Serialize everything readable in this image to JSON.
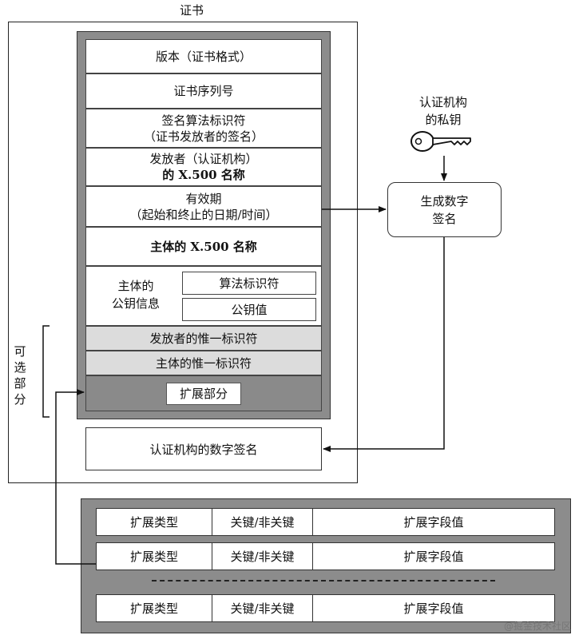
{
  "certificate": {
    "title": "证书",
    "fields": {
      "version": "版本（证书格式）",
      "serial": "证书序列号",
      "sig_alg_1": "签名算法标识符",
      "sig_alg_2": "（证书发放者的签名）",
      "issuer_1": "发放者（认证机构）",
      "issuer_2": "的 X.500 名称",
      "validity_1": "有效期",
      "validity_2": "（起始和终止的日期/时间）",
      "subject_name": "主体的 X.500 名称",
      "pk_info_1": "主体的",
      "pk_info_2": "公钥信息",
      "pk_alg": "算法标识符",
      "pk_value": "公钥值",
      "issuer_uid": "发放者的惟一标识符",
      "subject_uid": "主体的惟一标识符",
      "extensions": "扩展部分"
    },
    "signature": "认证机构的数字签名",
    "optional_label": [
      "可",
      "选",
      "部",
      "分"
    ]
  },
  "ca_key": {
    "line1": "认证机构",
    "line2": "的私钥"
  },
  "sign_box": {
    "line1": "生成数字",
    "line2": "签名"
  },
  "extensions_table": {
    "rows": [
      [
        "扩展类型",
        "关键/非关键",
        "扩展字段值"
      ],
      [
        "扩展类型",
        "关键/非关键",
        "扩展字段值"
      ],
      [
        "扩展类型",
        "关键/非关键",
        "扩展字段值"
      ]
    ]
  },
  "watermark": "@掘金技术社区"
}
